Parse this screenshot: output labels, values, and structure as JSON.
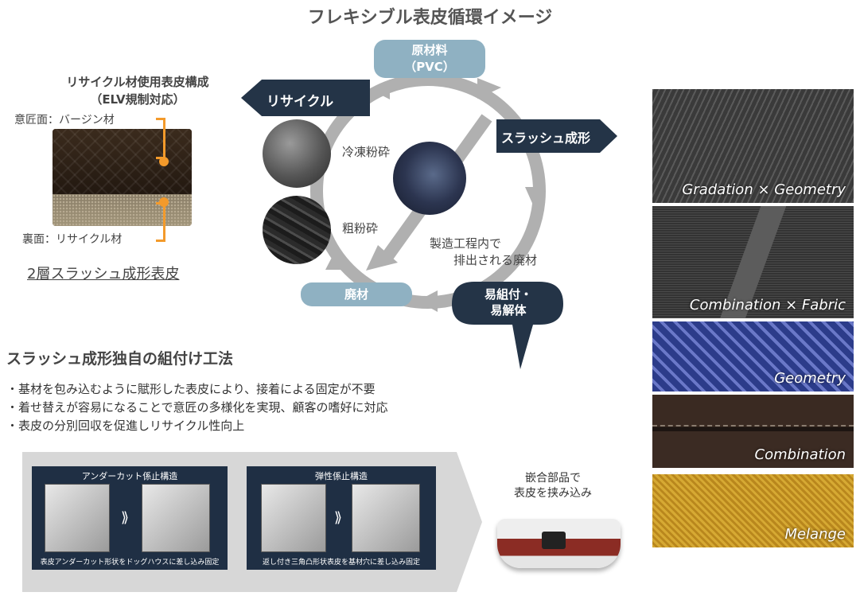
{
  "title": "フレキシブル表皮循環イメージ",
  "left": {
    "heading_line1": "リサイクル材使用表皮構成",
    "heading_line2": "（ELV規制対応）",
    "top_face": "意匠面：バージン材",
    "bottom_face": "裏面：リサイクル材",
    "caption": "2層スラッシュ成形表皮"
  },
  "cycle": {
    "raw_material_line1": "原材料",
    "raw_material_line2": "（PVC）",
    "recycle": "リサイクル",
    "slush": "スラッシュ成形",
    "freeze_crush": "冷凍粉砕",
    "rough_crush": "粗粉砕",
    "waste_line1": "製造工程内で",
    "waste_line2": "排出される廃材",
    "haizai": "廃材",
    "bubble_line1": "易組付・",
    "bubble_line2": "易解体"
  },
  "method": {
    "heading": "スラッシュ成形独自の組付け工法",
    "bullets": [
      "・基材を包み込むように賦形した表皮により、接着による固定が不要",
      "・着せ替えが容易になることで意匠の多様化を実現、顧客の嗜好に対応",
      "・表皮の分別回収を促進しリサイクル性向上"
    ],
    "panel1_title": "アンダーカット係止構造",
    "panel1_foot": "表皮アンダーカット形状をドッグハウスに差し込み固定",
    "panel2_title": "弾性係止構造",
    "panel2_foot": "返し付き三角凸形状表皮を基材穴に差し込み固定",
    "fit_line1": "嵌合部品で",
    "fit_line2": "表皮を挟み込み"
  },
  "swatches": [
    {
      "label": "Gradation × Geometry"
    },
    {
      "label": "Combination × Fabric"
    },
    {
      "label": "Geometry"
    },
    {
      "label": "Combination"
    },
    {
      "label": "Melange"
    }
  ],
  "colors": {
    "accent_orange": "#f39a2b",
    "navy": "#243447",
    "pill_blue": "#8fb1c2"
  }
}
